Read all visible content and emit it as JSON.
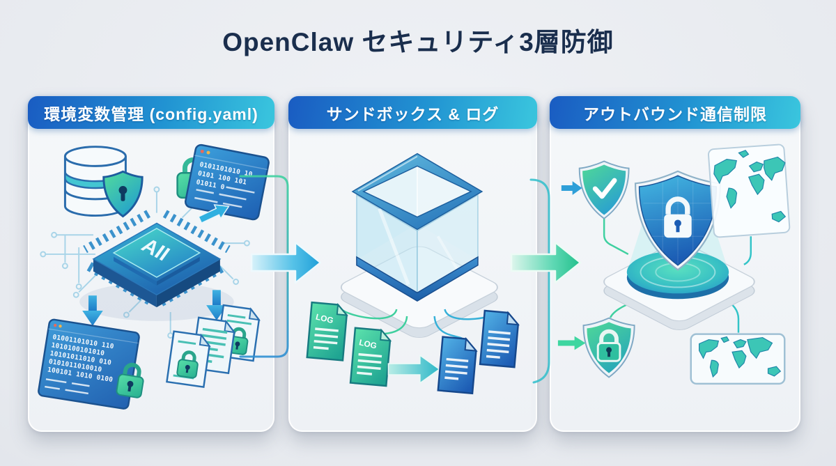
{
  "title": "OpenClaw セキュリティ3層防御",
  "colors": {
    "title_color": "#1a2e4d",
    "header_g1": "#1a5cc2",
    "header_g2": "#2193d2",
    "header_g3": "#3ac6de",
    "panel_bg": "#f5f8fa",
    "page_bg1": "#eff1f5",
    "page_bg2": "#d7dbe2",
    "arrow_blue": "#2aa8dc",
    "arrow_green": "#35d09c",
    "accent_teal": "#3cc6b6",
    "accent_green": "#3fd1a0",
    "accent_blue": "#2e8fd2"
  },
  "panels": {
    "env": {
      "header": "環境変数管理 (config.yaml)",
      "chip_label": "AII",
      "top_code_lines": [
        "0101101010 10",
        "0101 100 101",
        "01011 0"
      ],
      "bottom_code_lines": [
        "01001101010 110",
        "1010100101010",
        "10101011010 010",
        "0101011010010",
        "100101 1010 0100"
      ]
    },
    "sandbox": {
      "header": "サンドボックス & ログ",
      "log_label": "LOG"
    },
    "outbound": {
      "header": "アウトバウンド通信制限"
    }
  }
}
